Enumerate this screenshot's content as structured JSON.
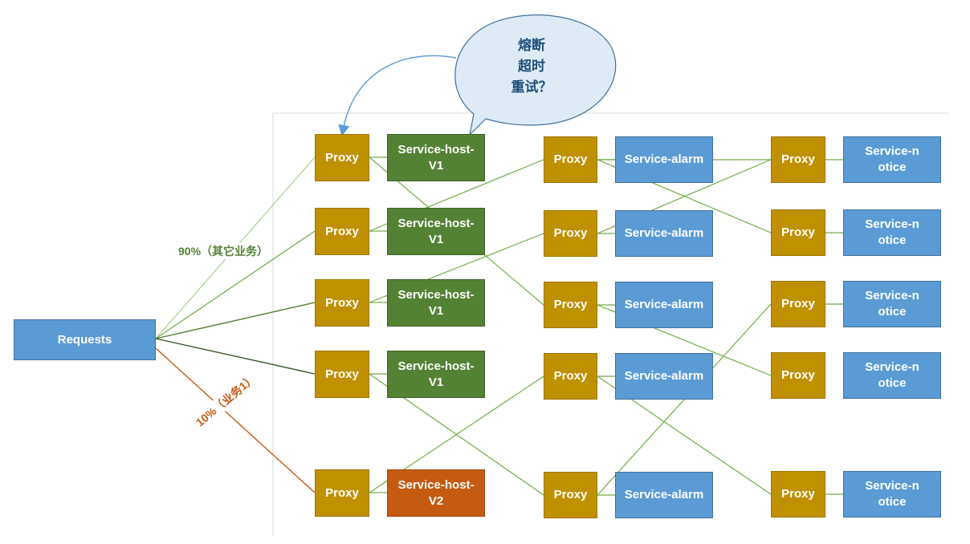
{
  "requests_label": "Requests",
  "edge_labels": {
    "other": "90%（其它业务）",
    "biz1": "10%（业务1）"
  },
  "callout": {
    "line1": "熔断",
    "line2": "超时",
    "line3": "重试？"
  },
  "proxy_label": "Proxy",
  "hosts": [
    "Service-host-V1",
    "Service-host-V1",
    "Service-host-V1",
    "Service-host-V1",
    "Service-host-V2"
  ],
  "alarms": [
    "Service-alarm",
    "Service-alarm",
    "Service-alarm",
    "Service-alarm",
    "Service-alarm"
  ],
  "notices": [
    "Service-notice",
    "Service-notice",
    "Service-notice",
    "Service-notice",
    "Service-notice"
  ],
  "colors": {
    "blue": "#5b9bd5",
    "gold": "#bf9000",
    "green": "#548235",
    "orange": "#c55a11",
    "edge_green": "#70ad47",
    "edge_dark_green": "#548235",
    "edge_orange": "#c55a11",
    "callout_border": "#41719c"
  }
}
